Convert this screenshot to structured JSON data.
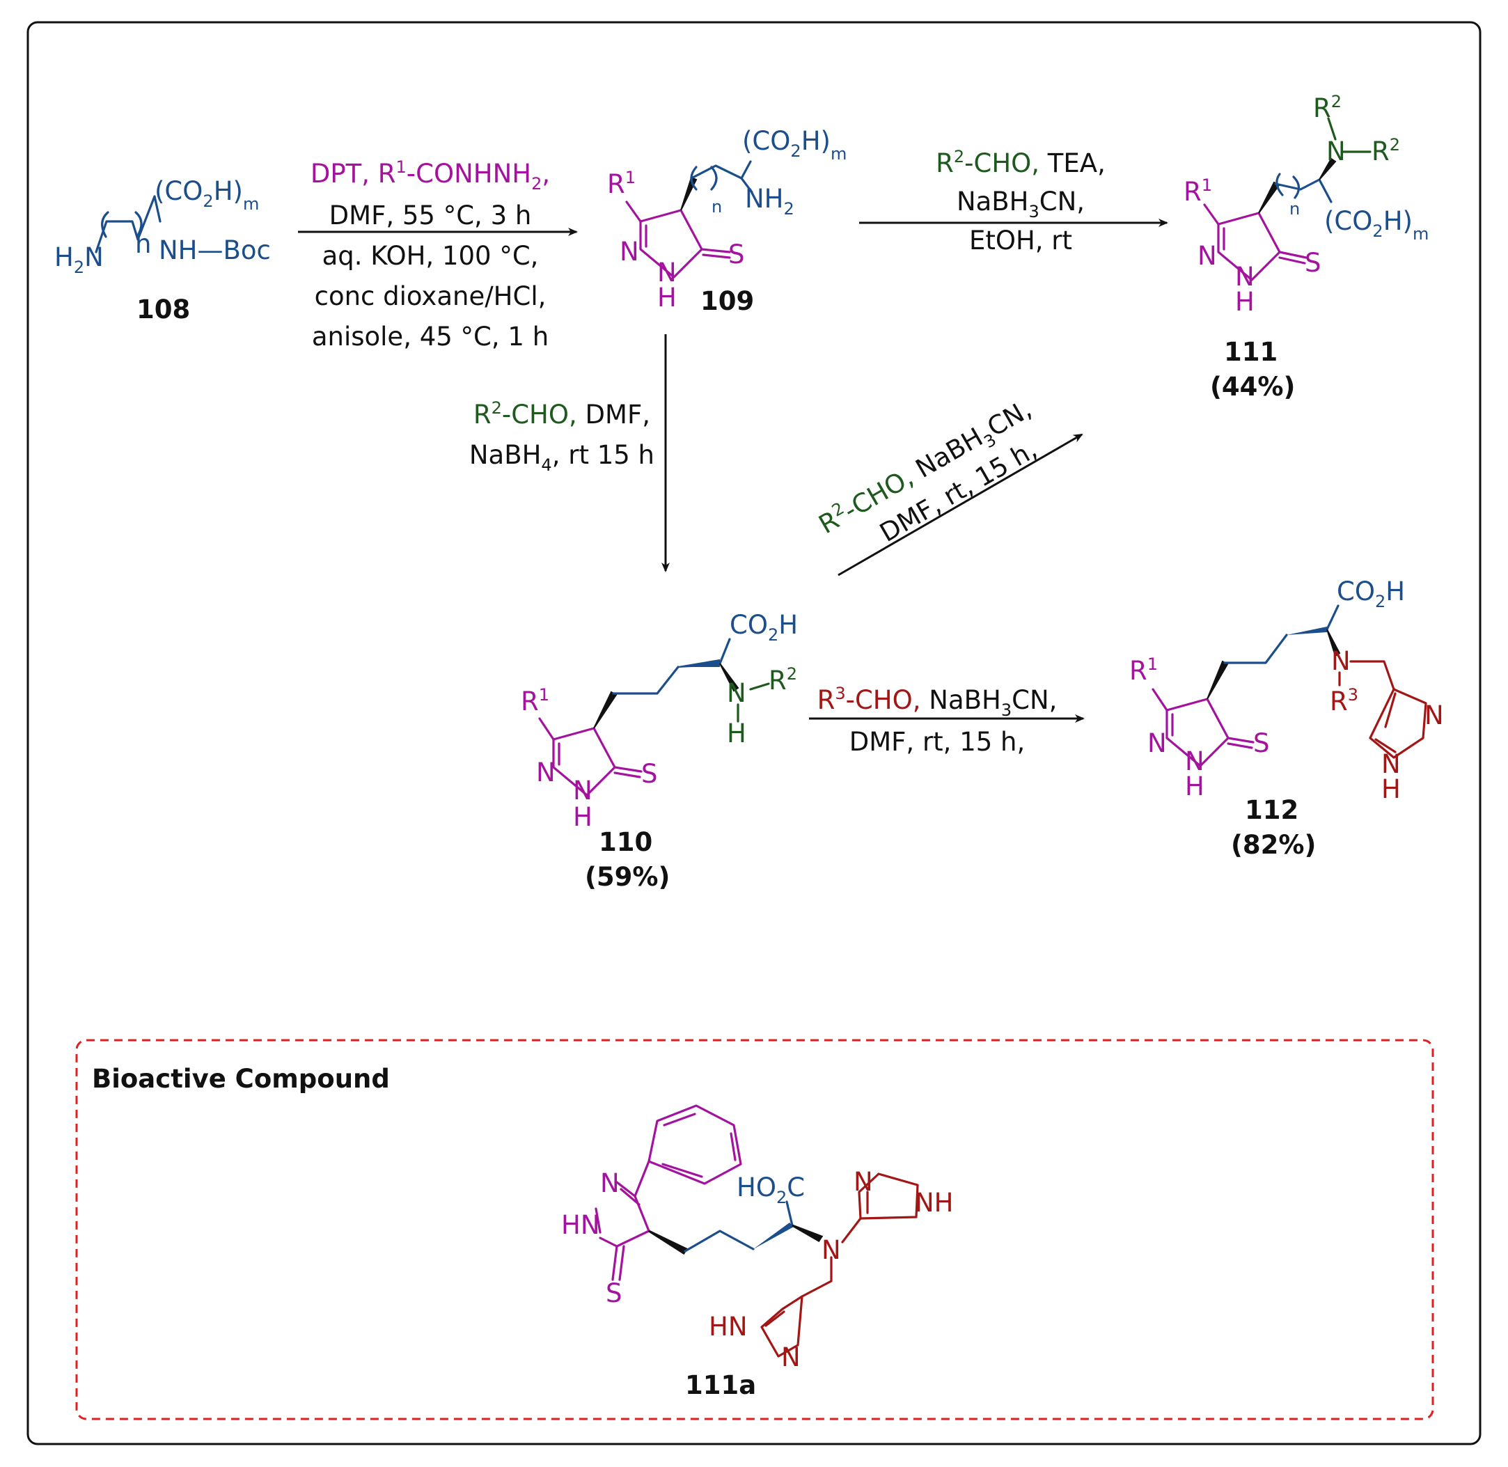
{
  "compounds": {
    "c108": "108",
    "c109": "109",
    "c110": "110",
    "c110_yield": "(59%)",
    "c111": "111",
    "c111_yield": "(44%)",
    "c112": "112",
    "c112_yield": "(82%)",
    "c111a": "111a"
  },
  "conditions": {
    "step1": {
      "line1_a": "DPT, R",
      "line1_sup": "1",
      "line1_b": "-CONHNH",
      "line1_sub": "2",
      "line1_c": ",",
      "line2": "DMF, 55 °C, 3 h",
      "line3": "aq. KOH, 100 °C,",
      "line4": "conc dioxane/HCl,",
      "line5": "anisole, 45 °C, 1 h"
    },
    "step2": {
      "line1_r": "R",
      "line1_sup": "2",
      "line1_a": "-CHO,",
      "line1_b": " TEA,",
      "line2_a": "NaBH",
      "line2_sub": "3",
      "line2_b": "CN,",
      "line3": "EtOH, rt"
    },
    "step3": {
      "line1_r": "R",
      "line1_sup": "2",
      "line1_a": "-CHO,",
      "line1_b": " DMF,",
      "line2_a": "NaBH",
      "line2_sub": "4",
      "line2_b": ", rt 15 h"
    },
    "step4": {
      "line1_r": "R",
      "line1_sup": "2",
      "line1_a": "-CHO,",
      "line1_b": " NaBH",
      "line1_sub": "3",
      "line1_c": "CN,",
      "line2": "DMF, rt, 15 h,"
    },
    "step5": {
      "line1_r": "R",
      "line1_sup": "3",
      "line1_a": "-CHO,",
      "line1_b": " NaBH",
      "line1_sub": "3",
      "line1_c": "CN,",
      "line2": "DMF, rt, 15 h,"
    }
  },
  "atoms": {
    "h2n_h": "H",
    "h2n_sub": "2",
    "h2n_n": "N",
    "n_letter": "n",
    "m_letter": "m",
    "co2h_open": "(CO",
    "co2h_sub": "2",
    "co2h_close": "H)",
    "nhboc": "NH—Boc",
    "r": "R",
    "sup1": "1",
    "sup2": "2",
    "sup3": "3",
    "n": "N",
    "h": "H",
    "s": "S",
    "nh2_a": "NH",
    "nh2_sub": "2",
    "co2h_a": "CO",
    "co2h_sub2": "2",
    "co2h_b": "H",
    "ho2c_a": "HO",
    "ho2c_sub": "2",
    "ho2c_b": "C",
    "hn": "HN",
    "nh": "NH"
  },
  "panel": {
    "title": "Bioactive Compound"
  },
  "colors": {
    "magenta": "#A3139E",
    "blue": "#1C4E8C",
    "green": "#1E5A1E",
    "red": "#A31616",
    "dashed_border": "#E02020",
    "frame": "#111111"
  }
}
